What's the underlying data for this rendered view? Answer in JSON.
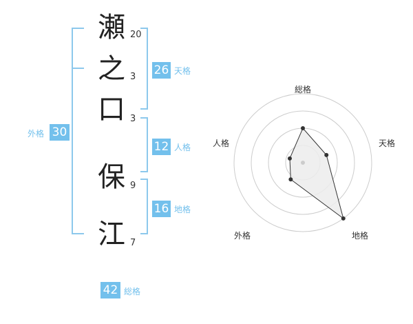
{
  "name": {
    "chars": [
      {
        "char": "瀬",
        "strokes": "20"
      },
      {
        "char": "之",
        "strokes": "3"
      },
      {
        "char": "口",
        "strokes": "3"
      },
      {
        "char": "保",
        "strokes": "9"
      },
      {
        "char": "江",
        "strokes": "7"
      }
    ]
  },
  "scores": {
    "tenkaku": {
      "value": "26",
      "label": "天格"
    },
    "jinkaku": {
      "value": "12",
      "label": "人格"
    },
    "chikaku": {
      "value": "16",
      "label": "地格"
    },
    "gaikaku": {
      "value": "30",
      "label": "外格"
    },
    "soukaku": {
      "value": "42",
      "label": "総格"
    }
  },
  "colors": {
    "accent": "#73c0ec",
    "bracket": "#8cc8ec",
    "ring": "#cccccc",
    "polygon_fill": "#ececec",
    "point": "#333333"
  },
  "chart_data": {
    "type": "radar",
    "axes": [
      "総格",
      "天格",
      "地格",
      "外格",
      "人格"
    ],
    "values": [
      2.5,
      1.8,
      5,
      1.5,
      1.0
    ],
    "max": 5,
    "rings": 4
  }
}
